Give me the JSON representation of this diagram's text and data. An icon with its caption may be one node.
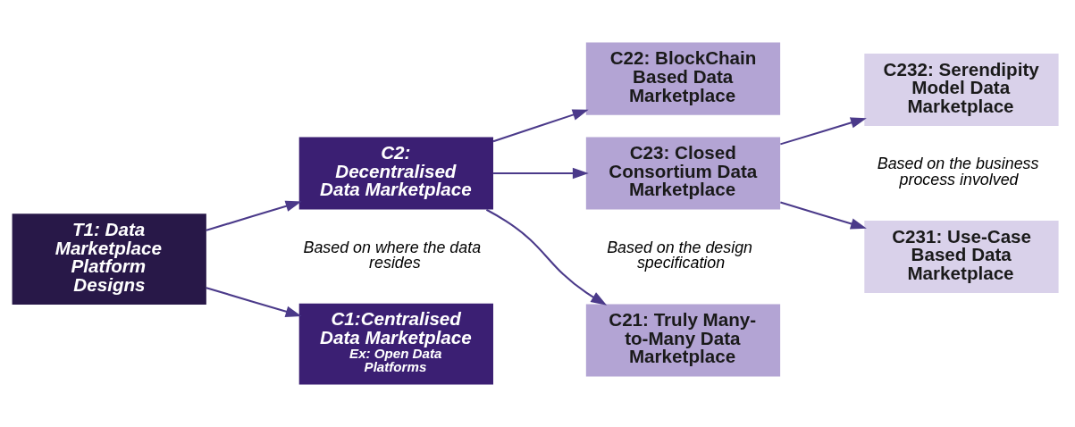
{
  "diagram": {
    "nodes": [
      {
        "text": [
          "T1: Data Marketplace Platform Designs"
        ]
      },
      {
        "text": [
          "C1:Centralised Data Marketplace",
          "Ex: Open Data Platforms"
        ]
      },
      {
        "text": [
          "C2: Decentralised Data Marketplace"
        ]
      },
      {
        "text": [
          "C21: Truly Many-to-Many Data Marketplace"
        ]
      },
      {
        "text": [
          "C22: BlockChain Based Data Marketplace"
        ]
      },
      {
        "text": [
          "C23: Closed Consortium Data Marketplace"
        ]
      },
      {
        "text": [
          "C231: Use-Case Based Data Marketplace"
        ]
      },
      {
        "text": [
          "C232: Serendipity Model Data Marketplace"
        ]
      }
    ],
    "edges": [
      {
        "from": 0,
        "to": 1,
        "arrow": "to"
      },
      {
        "from": 0,
        "to": 2,
        "arrow": "to"
      },
      {
        "from": 2,
        "to": 3,
        "arrow": "to"
      },
      {
        "from": 2,
        "to": 4,
        "arrow": "to"
      },
      {
        "from": 2,
        "to": 5,
        "arrow": "to"
      },
      {
        "from": 5,
        "to": 6,
        "arrow": "to"
      },
      {
        "from": 5,
        "to": 7,
        "arrow": "to"
      }
    ],
    "labels": [
      "Based on where the data resides",
      "Based on the design specification",
      "Based on the business process involved"
    ]
  }
}
